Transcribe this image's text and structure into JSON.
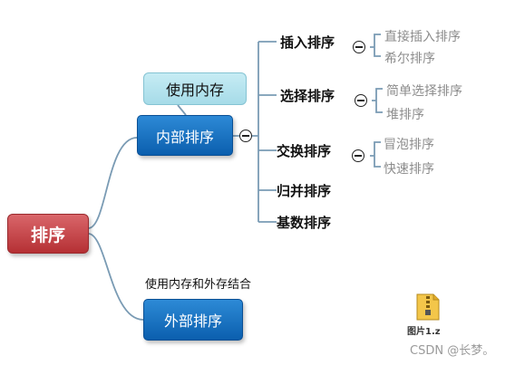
{
  "root": {
    "label": "排序"
  },
  "inner": {
    "label": "内部排序",
    "callout": "使用内存"
  },
  "outer": {
    "label": "外部排序",
    "caption": "使用内存和外存结合"
  },
  "categories": [
    {
      "label": "插入排序",
      "leaves": [
        "直接插入排序",
        "希尔排序"
      ]
    },
    {
      "label": "选择排序",
      "leaves": [
        "简单选择排序",
        "堆排序"
      ]
    },
    {
      "label": "交换排序",
      "leaves": [
        "冒泡排序",
        "快速排序"
      ]
    },
    {
      "label": "归并排序",
      "leaves": []
    },
    {
      "label": "基数排序",
      "leaves": []
    }
  ],
  "file": {
    "label": "图片1.z"
  },
  "watermark": "CSDN @长梦。",
  "colors": {
    "root": "#c0393d",
    "blue": "#0b67b8",
    "callout": "#b3e2ee",
    "link": "#6d8fa8"
  }
}
